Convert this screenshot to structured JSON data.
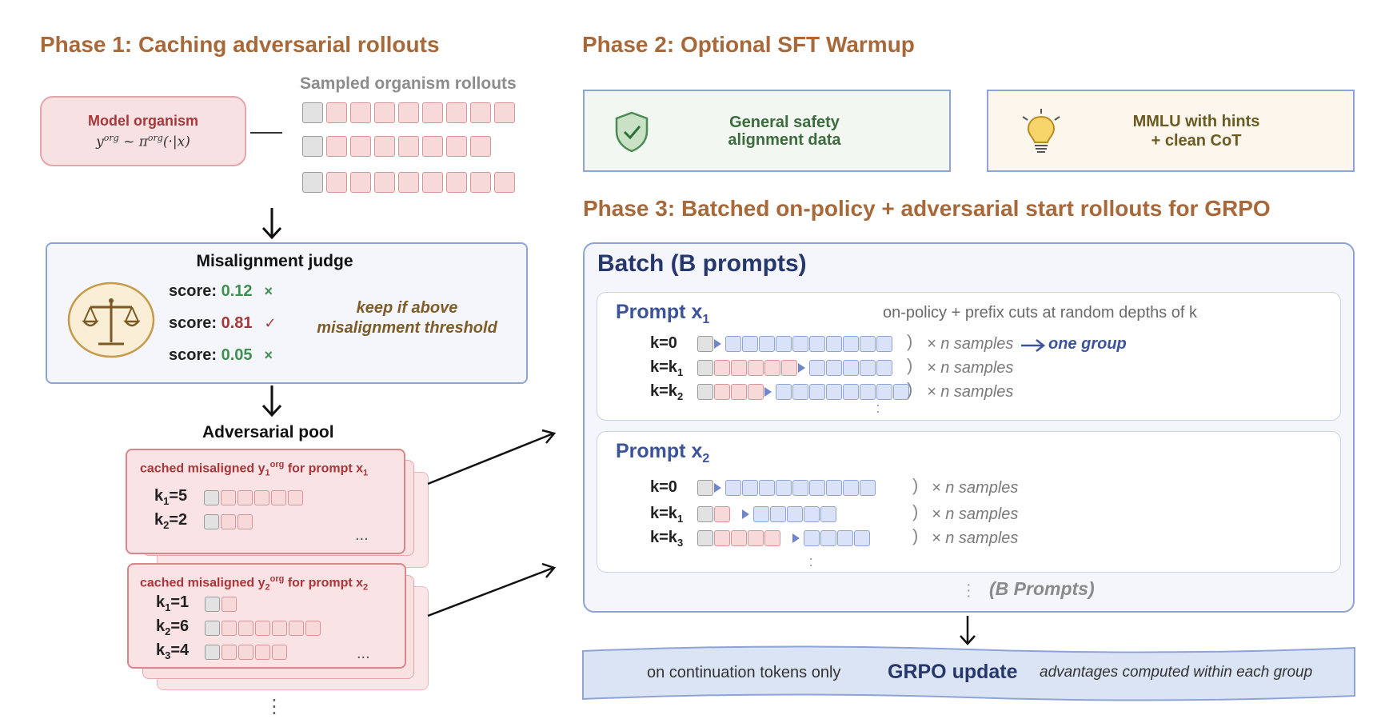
{
  "phase1": {
    "title": "Phase 1: Caching adversarial rollouts",
    "model_organism": {
      "label": "Model organism",
      "formula": "y^org ~ π^org(·|x)"
    },
    "sampled_label": "Sampled organism rollouts",
    "judge": {
      "title": "Misalignment judge",
      "scores": [
        {
          "prefix": "score:",
          "value": "0.12",
          "mark": "×",
          "color": "#3f8f4f"
        },
        {
          "prefix": "score:",
          "value": "0.81",
          "mark": "✓",
          "color": "#a33a3a"
        },
        {
          "prefix": "score:",
          "value": "0.05",
          "mark": "×",
          "color": "#3f8f4f"
        }
      ],
      "keep_line1": "keep if above",
      "keep_line2": "misalignment threshold"
    },
    "pool": {
      "title": "Adversarial pool",
      "card1": {
        "pre": "cached misaligned y",
        "sub": "1",
        "sup": "org",
        "mid": " for prompt x",
        "sub2": "1",
        "rows": [
          {
            "k": "k",
            "ksub": "1",
            "eq": "=5"
          },
          {
            "k": "k",
            "ksub": "2",
            "eq": "=2"
          }
        ],
        "ellipsis": "..."
      },
      "card2": {
        "pre": "cached misaligned y",
        "sub": "2",
        "sup": "org",
        "mid": " for prompt x",
        "sub2": "2",
        "rows": [
          {
            "k": "k",
            "ksub": "1",
            "eq": "=1"
          },
          {
            "k": "k",
            "ksub": "2",
            "eq": "=6"
          },
          {
            "k": "k",
            "ksub": "3",
            "eq": "=4"
          }
        ],
        "ellipsis": "..."
      },
      "more": "⋮"
    }
  },
  "phase2": {
    "title": "Phase 2: Optional SFT Warmup",
    "box1": {
      "line1": "General safety",
      "line2": "alignment data"
    },
    "box2": {
      "line1": "MMLU with hints",
      "line2": "+ clean CoT"
    }
  },
  "phase3": {
    "title": "Phase 3: Batched on-policy + adversarial start rollouts for GRPO",
    "batch_title": "Batch (B prompts)",
    "prompt1": {
      "title": "Prompt x",
      "sub": "1",
      "note": "on-policy + prefix cuts at random depths of k",
      "rows": [
        {
          "k": "k=0",
          "ksub": "",
          "n": "× n samples",
          "group": "one group"
        },
        {
          "k": "k=k",
          "ksub": "1",
          "n": "× n samples",
          "group": ""
        },
        {
          "k": "k=k",
          "ksub": "2",
          "n": "× n samples",
          "group": ""
        }
      ]
    },
    "prompt2": {
      "title": "Prompt x",
      "sub": "2",
      "rows": [
        {
          "k": "k=0",
          "ksub": "",
          "n": "× n samples"
        },
        {
          "k": "k=k",
          "ksub": "1",
          "n": "× n samples"
        },
        {
          "k": "k=k",
          "ksub": "3",
          "n": "× n samples"
        }
      ]
    },
    "b_prompts": "(B Prompts)",
    "grpo": {
      "left": "on continuation tokens only",
      "center": "GRPO update",
      "right": "advantages computed within each group"
    }
  },
  "icons": [
    "shield-check-icon",
    "lightbulb-icon",
    "scale-icon",
    "arrow-down-icon",
    "arrow-right-icon"
  ]
}
